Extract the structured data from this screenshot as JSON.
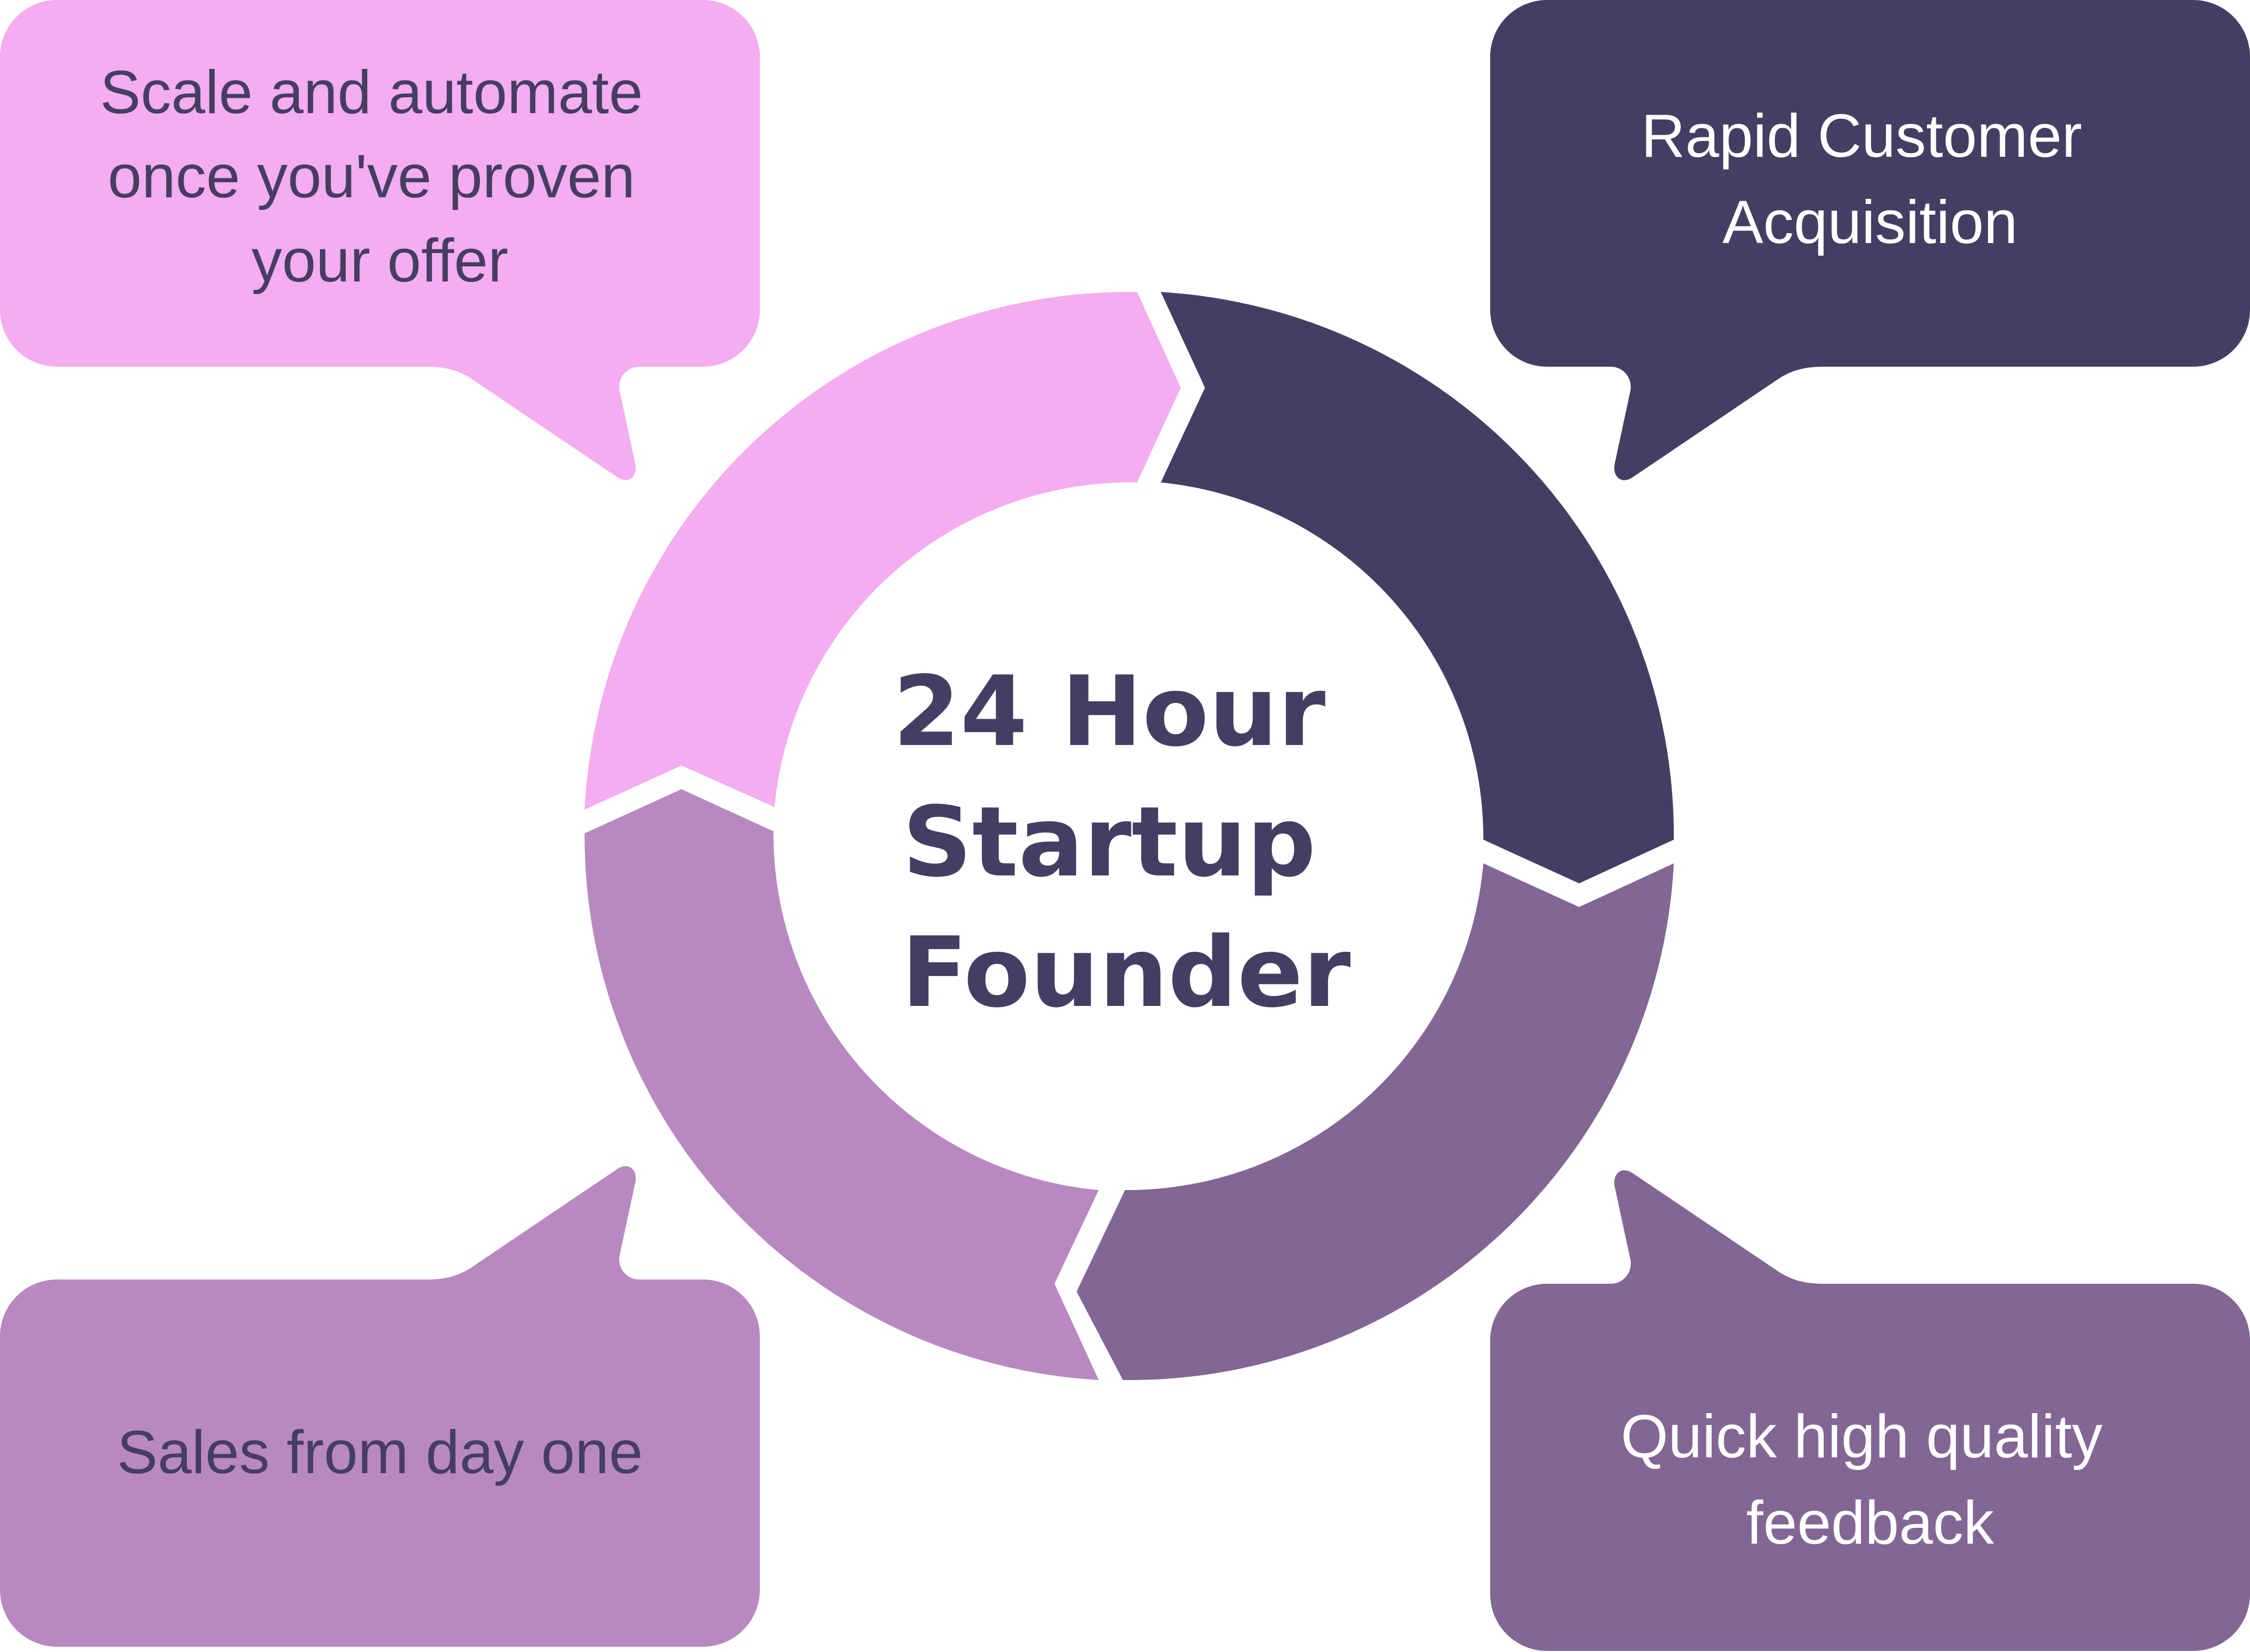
{
  "center": {
    "lines": [
      "24 Hour",
      "Startup",
      "Founder"
    ]
  },
  "bubbles": [
    {
      "lines": [
        "Scale and automate",
        "once you've proven",
        "your offer"
      ]
    },
    {
      "lines": [
        "Rapid Customer",
        "Acquisition"
      ]
    },
    {
      "lines": [
        "Sales from day one"
      ]
    },
    {
      "lines": [
        "Quick high quality",
        "feedback"
      ]
    }
  ],
  "colors": {
    "background": "#ffffff",
    "pink": "#F3ADF0",
    "navy": "#463D63",
    "lavender": "#B889C0",
    "purple": "#826694",
    "center_text": "#463D63",
    "bubble_text_dark": "#463D63",
    "bubble_text_light": "#ffffff"
  }
}
